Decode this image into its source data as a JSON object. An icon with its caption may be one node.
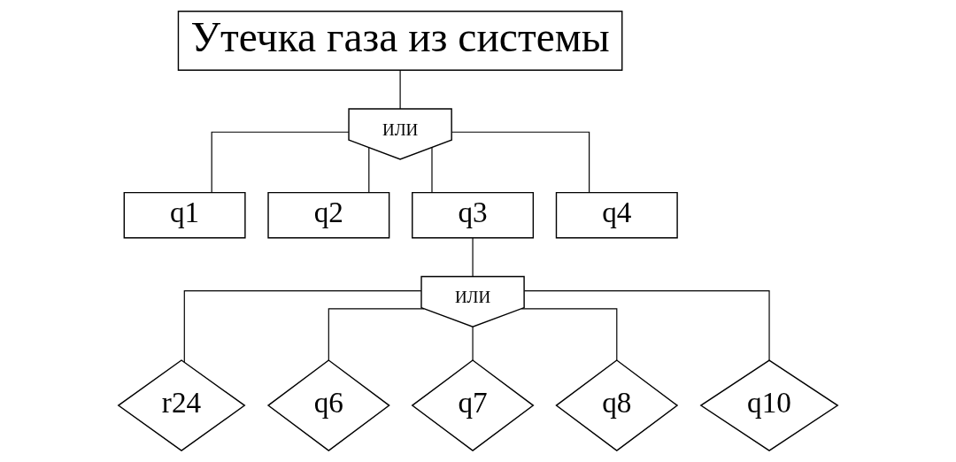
{
  "diagram": {
    "nodes": [
      {
        "text": [
          "Утечка газа из системы"
        ]
      },
      {
        "text": [
          "ИЛИ"
        ]
      },
      {
        "text": [
          "q1"
        ]
      },
      {
        "text": [
          "q2"
        ]
      },
      {
        "text": [
          "q3"
        ]
      },
      {
        "text": [
          "q4"
        ]
      },
      {
        "text": [
          "ИЛИ"
        ]
      },
      {
        "text": [
          "r24"
        ]
      },
      {
        "text": [
          "q6"
        ]
      },
      {
        "text": [
          "q7"
        ]
      },
      {
        "text": [
          "q8"
        ]
      },
      {
        "text": [
          "q10"
        ]
      }
    ],
    "edges": [
      {
        "from": 0,
        "to": 1,
        "arrow": "none"
      },
      {
        "from": 1,
        "to": 2,
        "arrow": "none"
      },
      {
        "from": 1,
        "to": 3,
        "arrow": "none"
      },
      {
        "from": 1,
        "to": 4,
        "arrow": "none"
      },
      {
        "from": 1,
        "to": 5,
        "arrow": "none"
      },
      {
        "from": 4,
        "to": 6,
        "arrow": "none"
      },
      {
        "from": 6,
        "to": 7,
        "arrow": "none"
      },
      {
        "from": 6,
        "to": 8,
        "arrow": "none"
      },
      {
        "from": 6,
        "to": 9,
        "arrow": "none"
      },
      {
        "from": 6,
        "to": 10,
        "arrow": "none"
      },
      {
        "from": 6,
        "to": 11,
        "arrow": "none"
      }
    ]
  }
}
